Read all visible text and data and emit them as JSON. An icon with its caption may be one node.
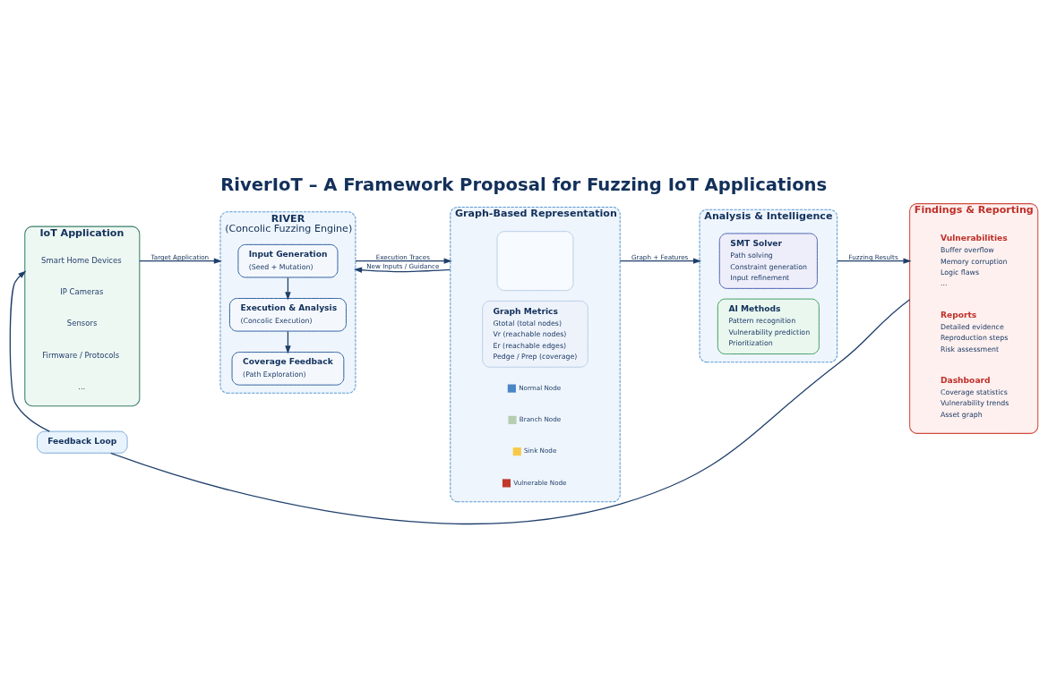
{
  "diagram": {
    "title": "RiverIoT – A Framework Proposal for Fuzzing IoT Applications",
    "nodes": [
      {
        "text": [
          "IoT Application"
        ]
      },
      {
        "text": [
          "Smart Home Devices"
        ],
        "in": 0
      },
      {
        "text": [
          "IP Cameras"
        ],
        "in": 0
      },
      {
        "text": [
          "Sensors"
        ],
        "in": 0
      },
      {
        "text": [
          "Firmware / Protocols"
        ],
        "in": 0
      },
      {
        "text": [
          "..."
        ],
        "in": 0
      },
      {
        "text": [
          "RIVER",
          "(Concolic Fuzzing Engine)"
        ]
      },
      {
        "text": [
          "Input Generation",
          "(Seed + Mutation)"
        ],
        "in": 6
      },
      {
        "text": [
          "Execution & Analysis",
          "(Concolic Execution)"
        ],
        "in": 6
      },
      {
        "text": [
          "Coverage Feedback",
          "(Path Exploration)"
        ],
        "in": 6
      },
      {
        "text": [
          "Graph-Based Representation"
        ]
      },
      {
        "text": [],
        "shape": "box",
        "in": 10
      },
      {
        "text": [
          "Graph Metrics",
          "Gtotal (total nodes)",
          "Vr (reachable nodes)",
          "Er (reachable edges)",
          "Pedge / Prep (coverage)"
        ],
        "in": 10
      },
      {
        "text": [
          "Analysis & Intelligence"
        ]
      },
      {
        "text": [
          "SMT Solver",
          "Path solving",
          "Constraint generation",
          "Input refinement"
        ],
        "in": 13
      },
      {
        "text": [
          "AI Methods",
          "Pattern recognition",
          "Vulnerability prediction",
          "Prioritization"
        ],
        "in": 13
      },
      {
        "text": [
          "Findings & Reporting"
        ]
      },
      {
        "text": [
          "Vulnerabilities",
          "Buffer overflow",
          "Memory corruption",
          "Logic flaws",
          "..."
        ],
        "in": 16
      },
      {
        "text": [
          "Reports",
          "Detailed evidence",
          "Reproduction steps",
          "Risk assessment"
        ],
        "in": 16
      },
      {
        "text": [
          "Dashboard",
          "Coverage statistics",
          "Vulnerability trends",
          "Asset graph"
        ],
        "in": 16
      },
      {
        "text": [
          "Feedback Loop"
        ]
      }
    ],
    "edges": [
      {
        "from": 0,
        "to": 6,
        "arrow": "to",
        "label": "Target Application"
      },
      {
        "from": 7,
        "to": 8,
        "arrow": "to"
      },
      {
        "from": 8,
        "to": 9,
        "arrow": "to"
      },
      {
        "from": 6,
        "to": 10,
        "arrow": "to",
        "label": "Execution Traces"
      },
      {
        "from": 10,
        "to": 13,
        "arrow": "to",
        "label": "Graph + Features"
      },
      {
        "from": 13,
        "to": 16,
        "arrow": "to",
        "label": "Fuzzing Results"
      },
      {
        "from": 10,
        "to": 6,
        "arrow": "to",
        "label": "New Inputs / Guidance"
      },
      {
        "from": 16,
        "to": 20,
        "arrow": "none"
      },
      {
        "from": 20,
        "to": 0,
        "arrow": "to"
      }
    ],
    "legend": [
      {
        "text": "Normal Node",
        "color": "#4a86c5"
      },
      {
        "text": "Branch Node",
        "color": "#b5cdb0"
      },
      {
        "text": "Sink Node",
        "color": "#f7c948"
      },
      {
        "text": "Vulnerable Node",
        "color": "#c0392b"
      }
    ]
  }
}
